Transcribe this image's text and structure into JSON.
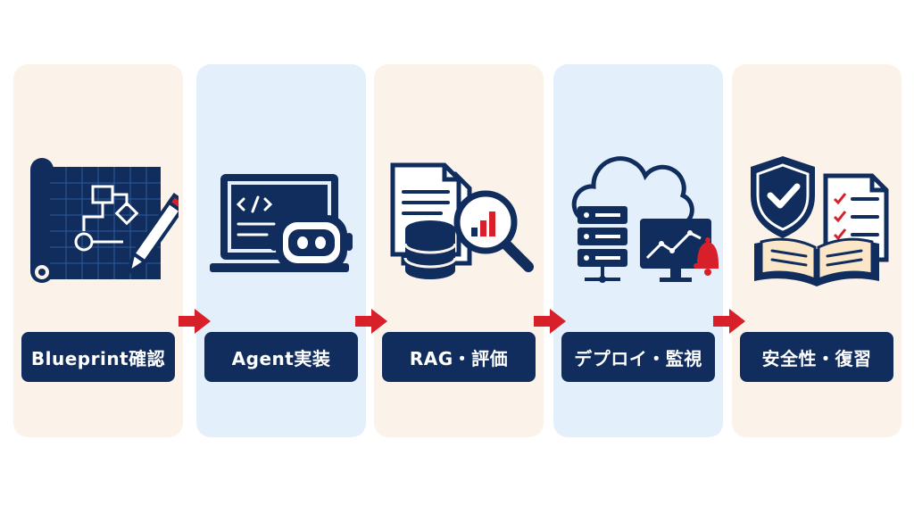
{
  "steps": [
    {
      "label": "Blueprint確認",
      "icon": "blueprint-icon"
    },
    {
      "label": "Agent実装",
      "icon": "laptop-robot-icon"
    },
    {
      "label": "RAG・評価",
      "icon": "document-database-search-icon"
    },
    {
      "label": "デプロイ・監視",
      "icon": "cloud-server-monitor-icon"
    },
    {
      "label": "安全性・復習",
      "icon": "shield-checklist-book-icon"
    }
  ],
  "colors": {
    "navy": "#102d5e",
    "accent_red": "#d7202a",
    "panel_warm": "#fbf3e9",
    "panel_cool": "#e3effb"
  }
}
